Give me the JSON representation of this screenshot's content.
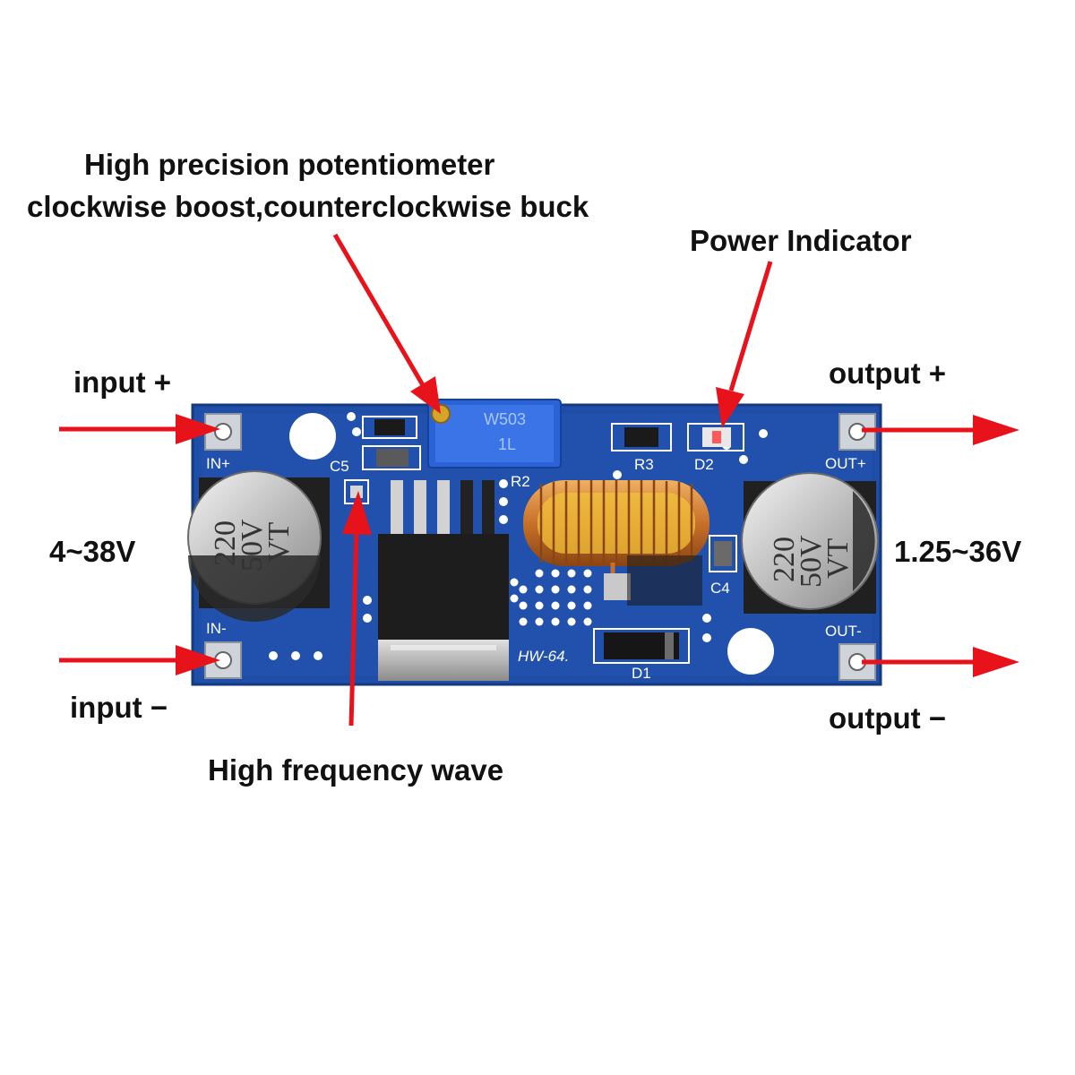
{
  "annotations": {
    "potentiometer_line1": "High precision potentiometer",
    "potentiometer_line2": "clockwise boost,counterclockwise buck",
    "power_indicator": "Power Indicator",
    "input_plus": "input +",
    "input_minus": "input  −",
    "input_range": "4~38V",
    "output_plus": "output +",
    "output_minus": "output  −",
    "output_range": "1.25~36V",
    "high_frequency_wave": "High frequency wave"
  },
  "board": {
    "silkscreen": {
      "in_plus": "IN+",
      "in_minus": "IN-",
      "out_plus": "OUT+",
      "out_minus": "OUT-",
      "c5": "C5",
      "r2": "R2",
      "r3": "R3",
      "d2": "D2",
      "c4": "C4",
      "d1": "D1",
      "model": "HW-64."
    },
    "capacitor_marking": [
      "220",
      "50V",
      "VT"
    ],
    "pot_marking": [
      "W503",
      "1L"
    ]
  },
  "colors": {
    "arrow": "#e8121a",
    "pcb": "#1f4ea8",
    "pcb_dark": "#173c86",
    "copper": "#c87a2a",
    "label": "#111111"
  }
}
